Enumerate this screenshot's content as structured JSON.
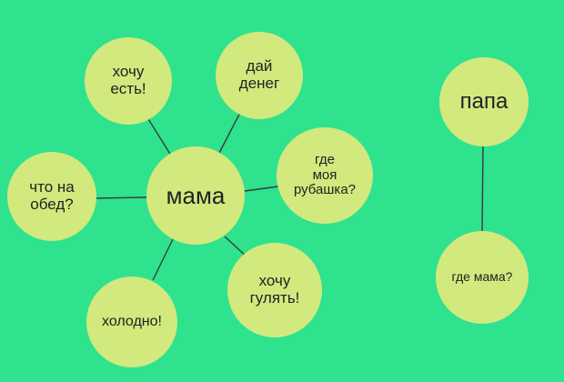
{
  "diagram": {
    "colors": {
      "background": "#2fe28e",
      "node_fill": "#d2e97e",
      "edge": "#3a3a3a",
      "text": "#222222"
    },
    "nodes": {
      "center": "мама",
      "hochu_est": "хочу\nесть!",
      "dai_deneg": "дай\nденег",
      "rubashka": "где\nмоя\nрубашка?",
      "chto_na_obed": "что на\nобед?",
      "hochu_gulyat": "хочу\nгулять!",
      "holodno": "холодно!",
      "papa": "папа",
      "gde_mama": "где мама?"
    }
  }
}
